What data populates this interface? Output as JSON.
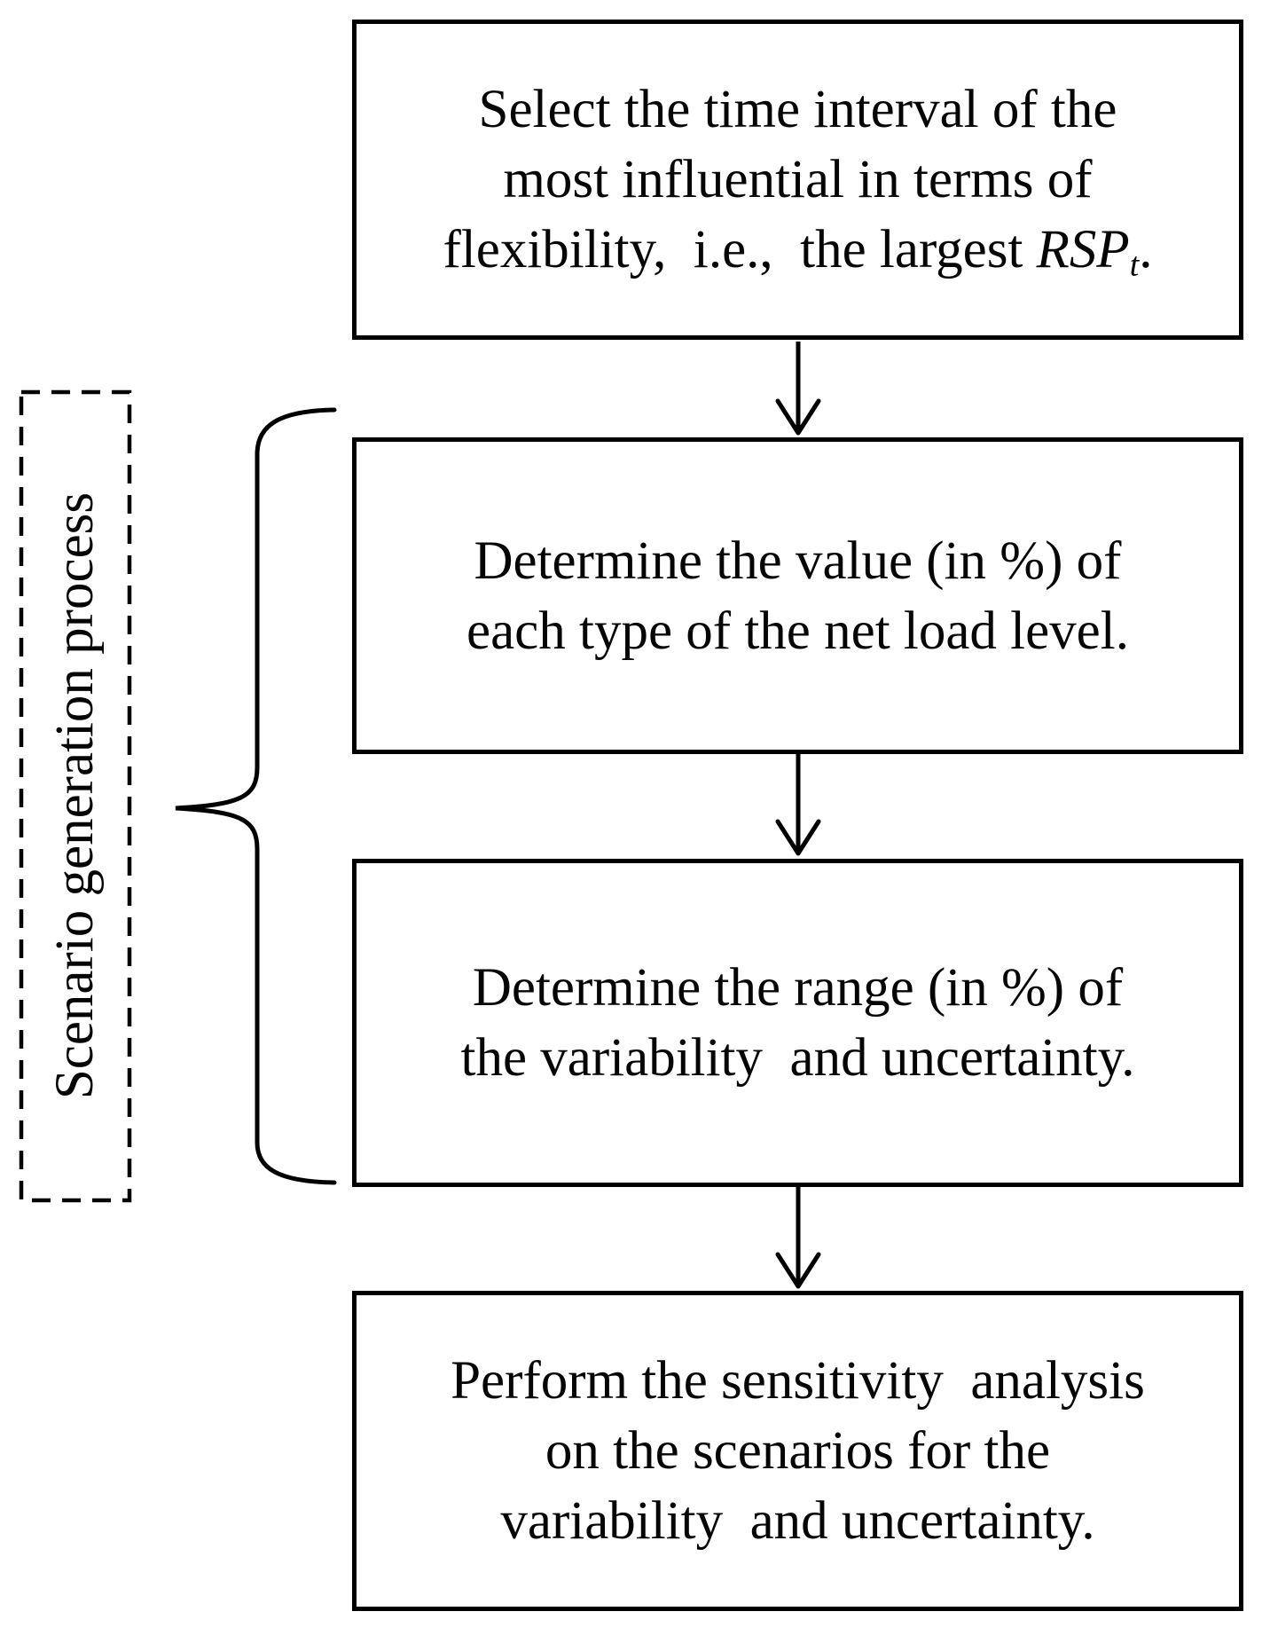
{
  "figure": {
    "background": "#ffffff",
    "ink": "#000000",
    "steps": {
      "step1": {
        "line1": "Select the time interval of the",
        "line2": "most influential in terms of",
        "line3_prefix": "flexibility,  i.e.,  the largest ",
        "line3_var": "RSP",
        "line3_sub": "t",
        "line3_end": "."
      },
      "step2": {
        "line1": "Determine the value (in %) of",
        "line2": "each type of the net load level."
      },
      "step3": {
        "line1": "Determine the range (in %) of",
        "line2": "the variability  and uncertainty."
      },
      "step4": {
        "line1": "Perform the sensitivity  analysis",
        "line2": "on the scenarios for the",
        "line3": "variability  and uncertainty."
      }
    },
    "side_label": "Scenario generation process"
  }
}
